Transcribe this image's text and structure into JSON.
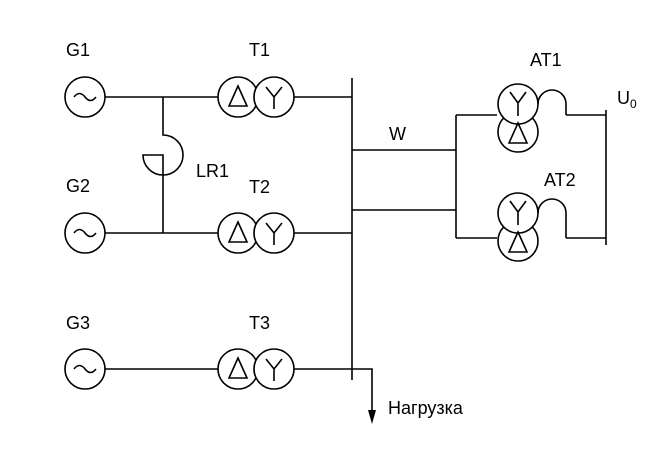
{
  "labels": {
    "g1": "G1",
    "g2": "G2",
    "g3": "G3",
    "t1": "T1",
    "t2": "T2",
    "t3": "T3",
    "at1": "AT1",
    "at2": "AT2",
    "lr1": "LR1",
    "w": "W",
    "u_main": "U",
    "u_sub": "0",
    "load": "Нагрузка"
  }
}
